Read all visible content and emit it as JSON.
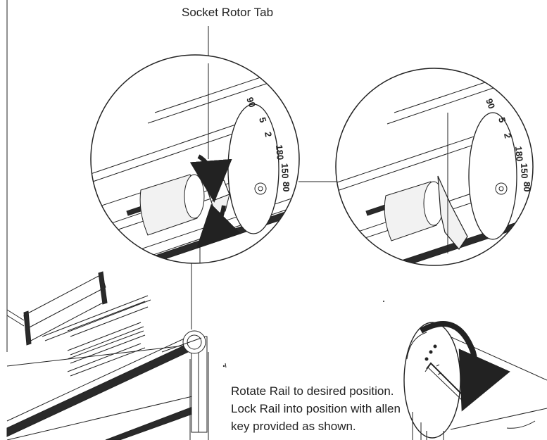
{
  "callout": {
    "label": "Socket Rotor Tab"
  },
  "dial": {
    "left_labels": [
      "90",
      "5",
      "2",
      "180",
      "150",
      "80"
    ],
    "right_labels": [
      "90",
      "5",
      "2",
      "180",
      "150",
      "80"
    ]
  },
  "instructions": {
    "line1": "Rotate Rail to desired position.",
    "line2": "Lock Rail into position with allen",
    "line3": "key provided as shown."
  },
  "colors": {
    "line": "#222222",
    "fill_light": "#f2f2f2",
    "fill_dark": "#2a2a2a"
  }
}
